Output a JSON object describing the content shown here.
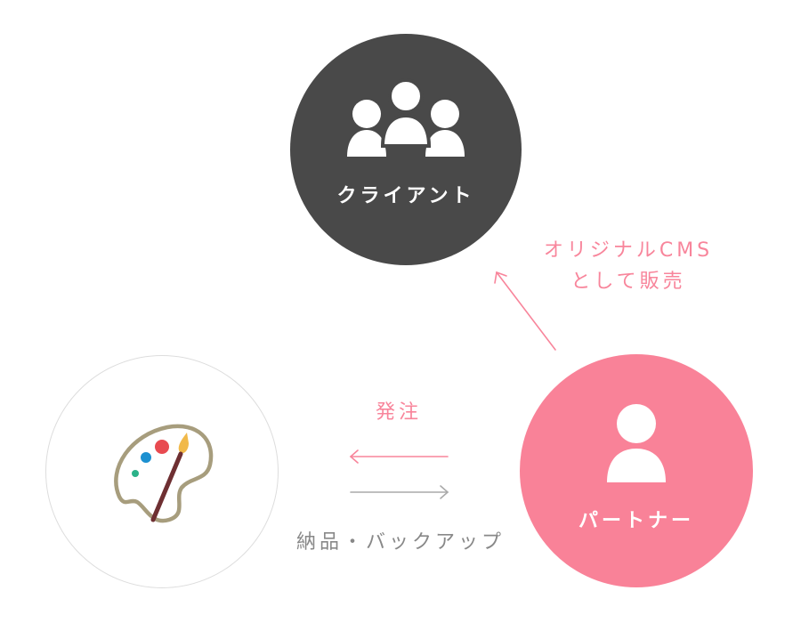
{
  "nodes": {
    "client": {
      "label": "クライアント",
      "icon": "group-icon",
      "color": "#494949"
    },
    "partner": {
      "label": "パートナー",
      "icon": "user-icon",
      "color": "#f98298"
    },
    "studio": {
      "icon": "palette-icon",
      "border_color": "#dddddd"
    }
  },
  "edges": {
    "partner_to_client": {
      "label_line1": "オリジナルCMS",
      "label_line2": "として販売",
      "color": "#f8859b"
    },
    "partner_to_studio": {
      "label": "発注",
      "color": "#f8859b"
    },
    "studio_to_partner": {
      "label": "納品・バックアップ",
      "color": "#aaaaaa"
    }
  }
}
